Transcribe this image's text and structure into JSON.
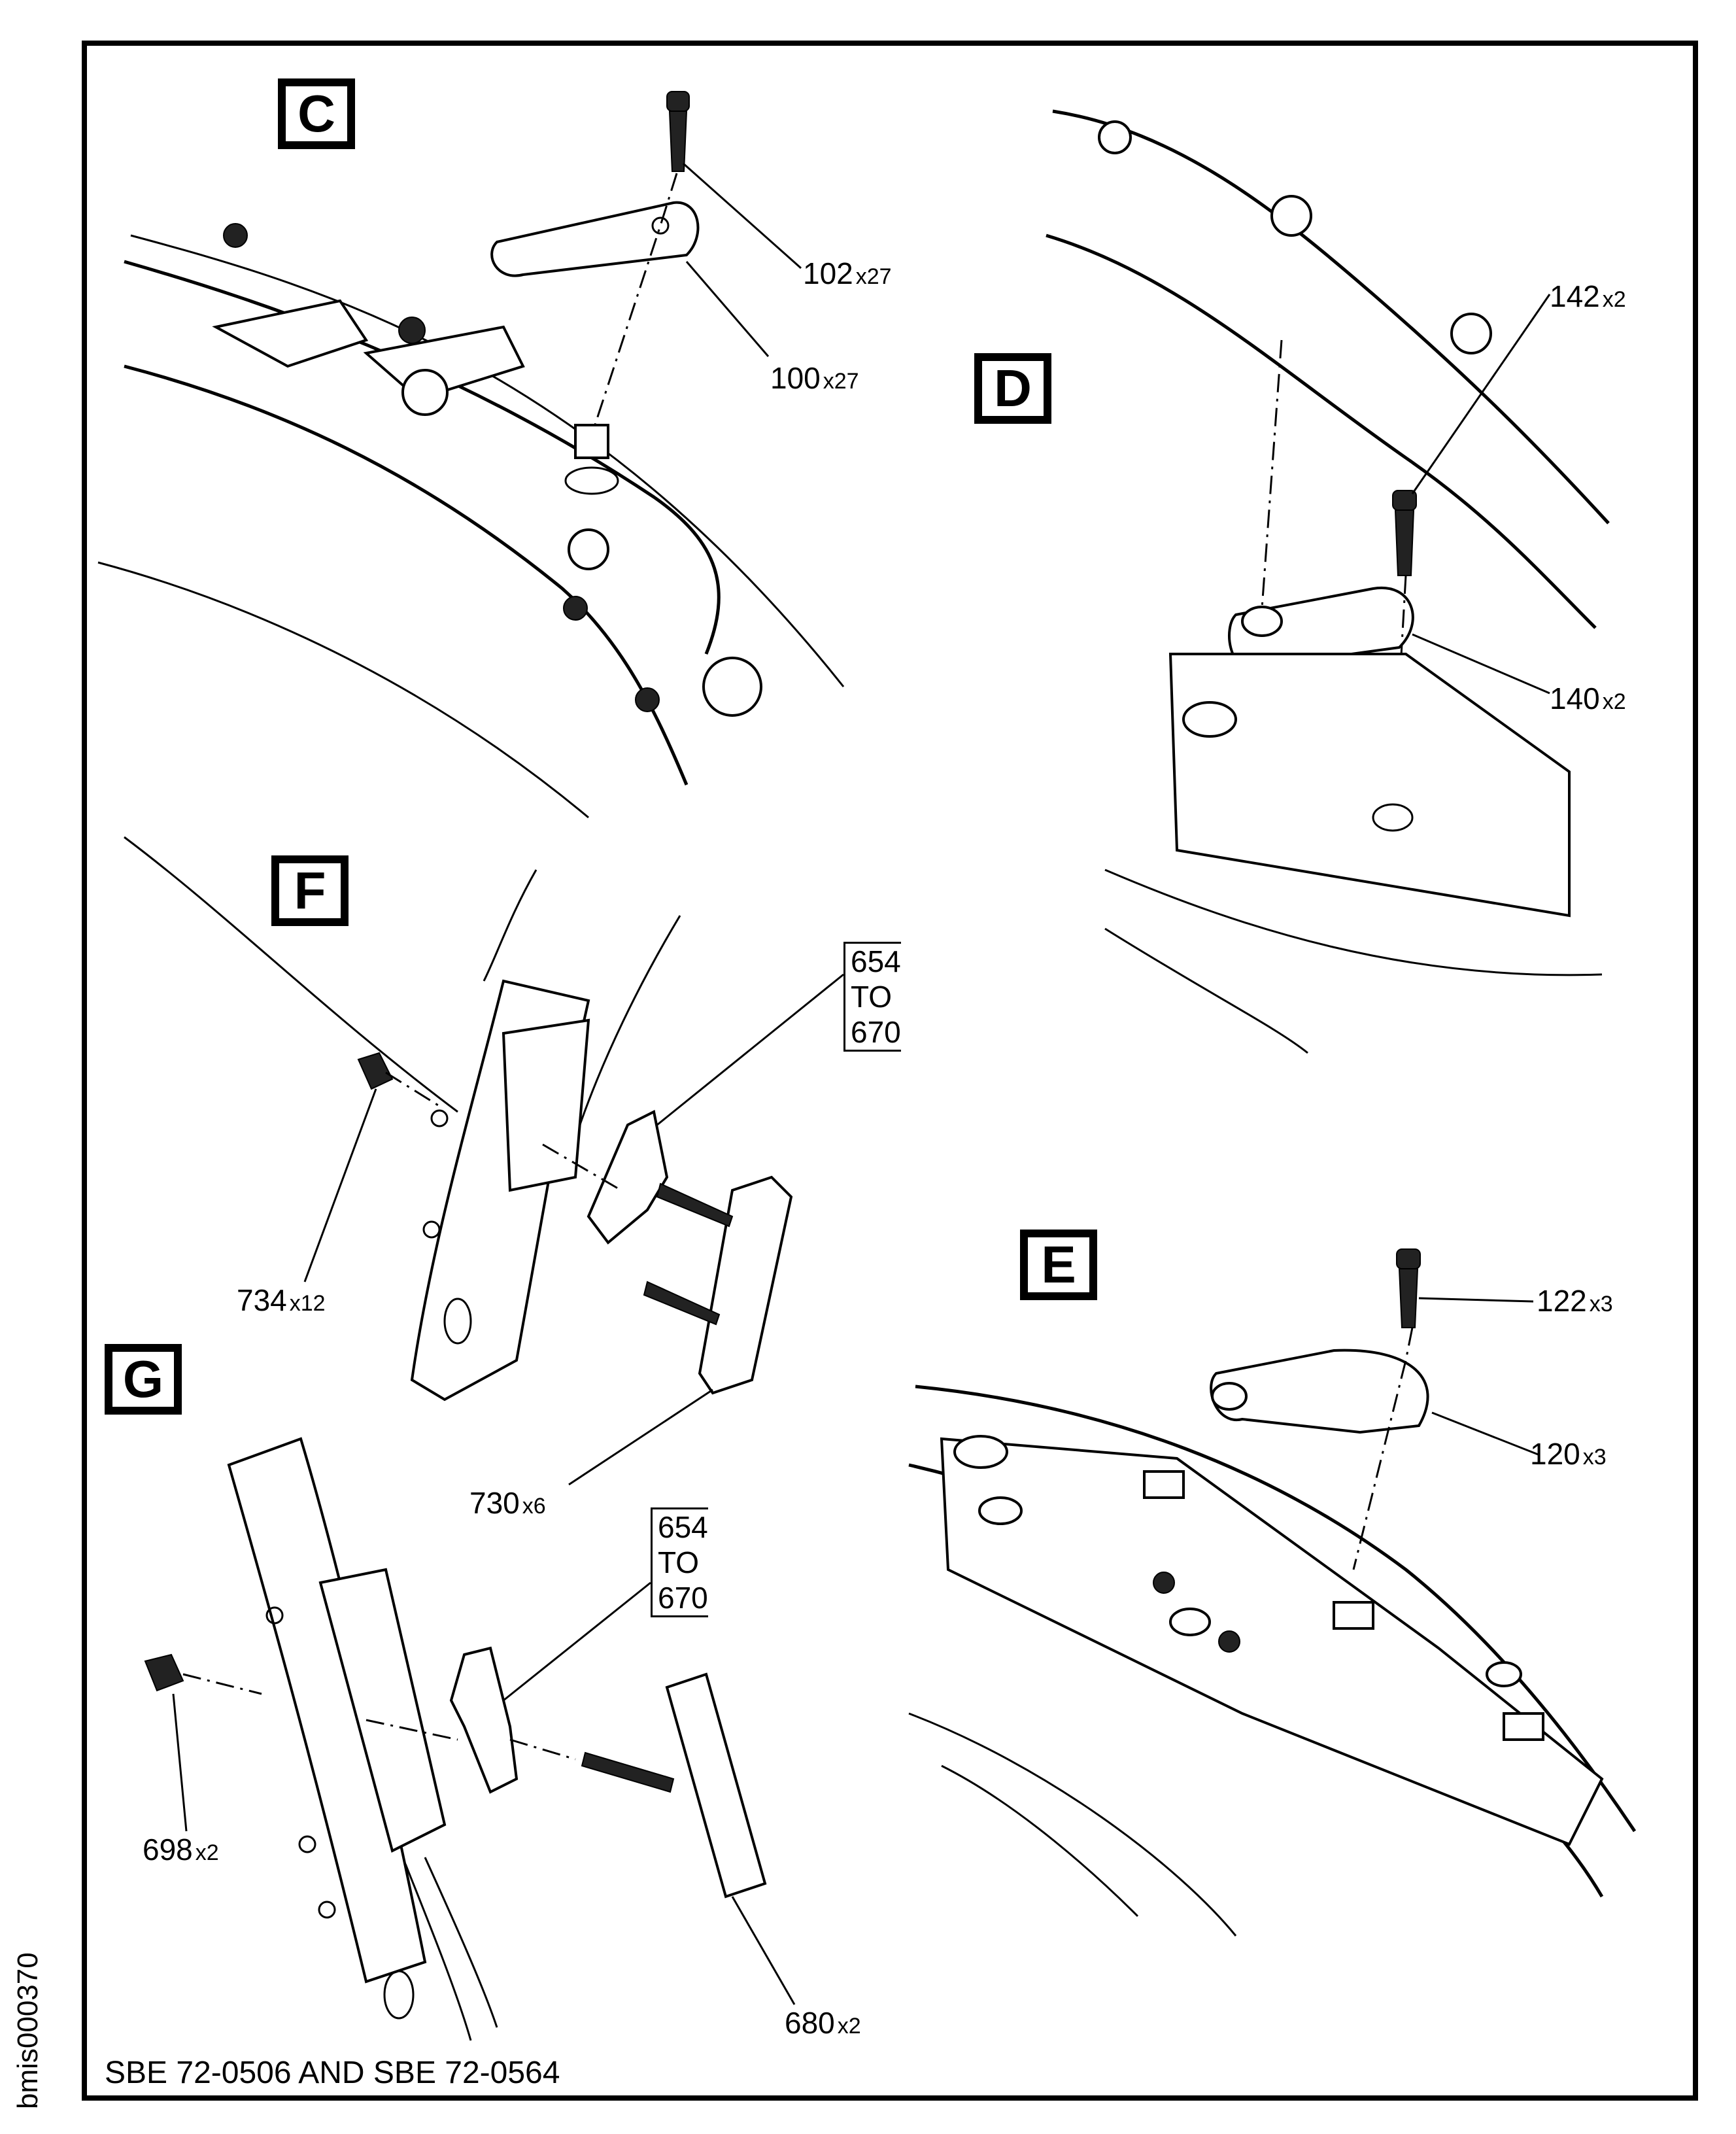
{
  "document": {
    "id": "bmis000370",
    "note": "SBE 72-0506 AND SBE 72-0564"
  },
  "views": {
    "C": {
      "tag": "C",
      "callouts": [
        {
          "part": "102",
          "qty": "x27"
        },
        {
          "part": "100",
          "qty": "x27"
        }
      ]
    },
    "D": {
      "tag": "D",
      "callouts": [
        {
          "part": "142",
          "qty": "x2"
        },
        {
          "part": "140",
          "qty": "x2"
        }
      ]
    },
    "E": {
      "tag": "E",
      "callouts": [
        {
          "part": "122",
          "qty": "x3"
        },
        {
          "part": "120",
          "qty": "x3"
        }
      ]
    },
    "F": {
      "tag": "F",
      "callouts": [
        {
          "part": "734",
          "qty": "x12"
        },
        {
          "part": "730",
          "qty": "x6"
        }
      ],
      "range": {
        "from": "654",
        "word": "TO",
        "to": "670"
      }
    },
    "G": {
      "tag": "G",
      "callouts": [
        {
          "part": "698",
          "qty": "x2"
        },
        {
          "part": "680",
          "qty": "x2"
        }
      ],
      "range": {
        "from": "654",
        "word": "TO",
        "to": "670"
      }
    }
  }
}
